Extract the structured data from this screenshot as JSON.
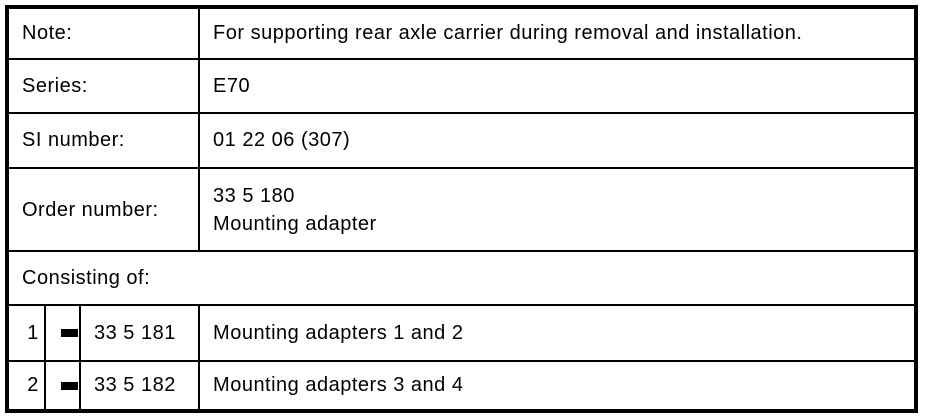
{
  "document": {
    "info_rows": [
      {
        "label": "Note:",
        "value": "For supporting rear axle carrier during removal and installation."
      },
      {
        "label": "Series:",
        "value": "E70"
      },
      {
        "label": "SI number:",
        "value": "01 22 06 (307)"
      },
      {
        "label": "Order number:",
        "value_lines": [
          "33 5 180",
          "Mounting adapter"
        ]
      }
    ],
    "section_header": "Consisting of:",
    "parts": [
      {
        "item_number": "1",
        "separator_icon": "equals-dash-icon",
        "part_number": "33 5 181",
        "description": "Mounting adapters 1 and 2"
      },
      {
        "item_number": "2",
        "separator_icon": "equals-dash-icon",
        "part_number": "33 5 182",
        "description": "Mounting adapters 3 and 4"
      }
    ],
    "colors": {
      "border": "#000000",
      "text": "#000000",
      "background": "#ffffff"
    }
  }
}
